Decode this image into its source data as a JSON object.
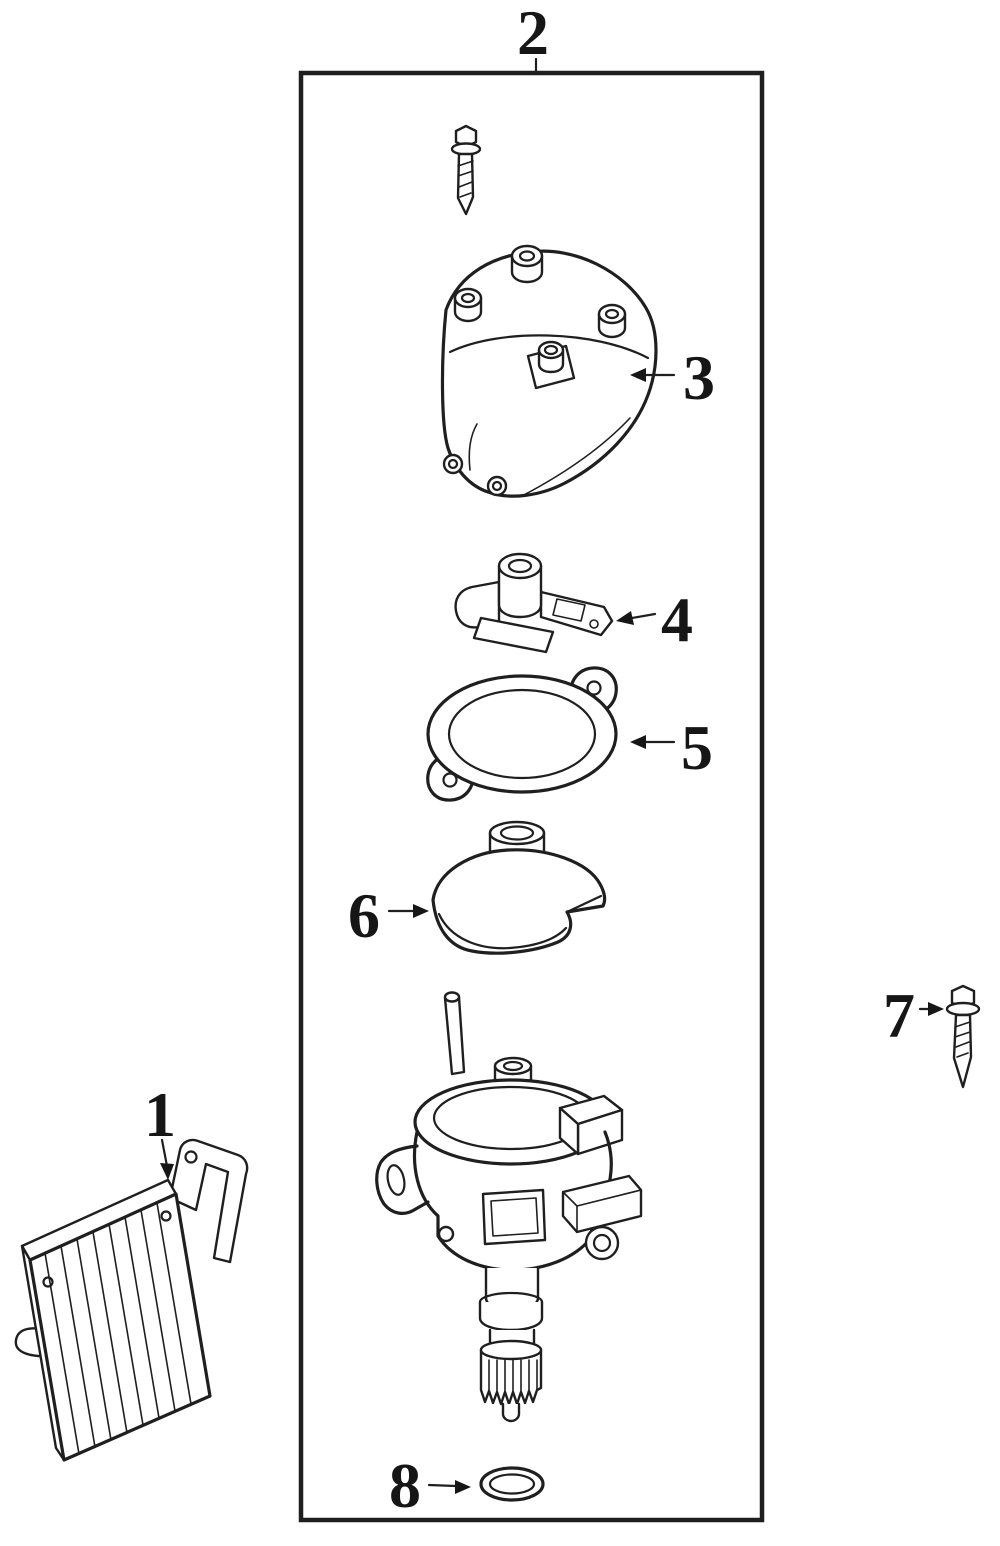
{
  "diagram": {
    "background_color": "#ffffff",
    "ink_color": "#1f1f1f",
    "callouts": [
      {
        "label": "1"
      },
      {
        "label": "2"
      },
      {
        "label": "3"
      },
      {
        "label": "4"
      },
      {
        "label": "5"
      },
      {
        "label": "6"
      },
      {
        "label": "7"
      },
      {
        "label": "8"
      }
    ]
  }
}
